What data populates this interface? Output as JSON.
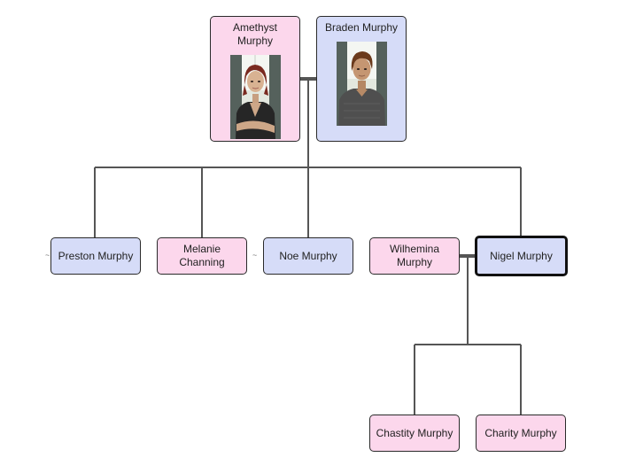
{
  "parents": [
    {
      "name": "Amethyst Murphy",
      "gender": "female",
      "icon": "woman-portrait-icon"
    },
    {
      "name": "Braden Murphy",
      "gender": "male",
      "icon": "man-portrait-icon"
    }
  ],
  "children": [
    {
      "name": "Preston Murphy",
      "gender": "male"
    },
    {
      "name": "Melanie Channing",
      "gender": "female"
    },
    {
      "name": "Noe Murphy",
      "gender": "male"
    },
    {
      "name": "Wilhemina Murphy",
      "gender": "female"
    },
    {
      "name": "Nigel Murphy",
      "gender": "male",
      "selected": true
    }
  ],
  "grandchildren": [
    {
      "name": "Chastity Murphy",
      "gender": "female"
    },
    {
      "name": "Charity Murphy",
      "gender": "female"
    }
  ],
  "marks": [
    "~",
    "~"
  ],
  "colors": {
    "female": "#fcd7ec",
    "male": "#d6dcf8",
    "line": "#555555",
    "border": "#2a2a2a"
  }
}
